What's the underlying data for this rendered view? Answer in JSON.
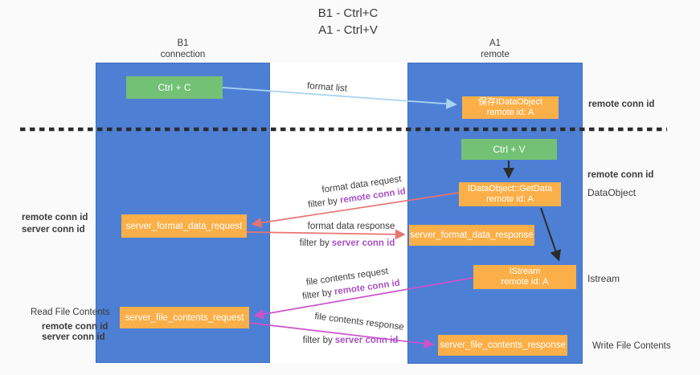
{
  "title": {
    "line1": "B1 - Ctrl+C",
    "line2": "A1 - Ctrl+V"
  },
  "lifelines": {
    "left": {
      "name": "B1",
      "role": "connection"
    },
    "right": {
      "name": "A1",
      "role": "remote"
    }
  },
  "boxes": {
    "ctrl_c": {
      "label": "Ctrl + C"
    },
    "saved_dataobject": {
      "line1": "保存IDataObject",
      "line2": "remote id: A"
    },
    "ctrl_v": {
      "label": "Ctrl + V"
    },
    "getdata": {
      "line1": "IDataObject::GetData",
      "line2": "remote id: A"
    },
    "format_request": {
      "label": "server_format_data_request"
    },
    "format_response": {
      "label": "server_format_data_response"
    },
    "istream": {
      "line1": "IStream",
      "line2": "remote id: A"
    },
    "file_request": {
      "label": "server_file_contents_request"
    },
    "file_response": {
      "label": "server_file_contents_response"
    }
  },
  "flow_labels": {
    "format_list": "format list",
    "format_data_request": "format data request",
    "format_data_response": "format data response",
    "file_contents_request": "file contents request",
    "file_contents_response": "file contents response",
    "filter_by": "filter by",
    "remote_conn_id": "remote conn id",
    "server_conn_id": "server conn id"
  },
  "side_labels": {
    "right_top_remote_conn_id": "remote conn id",
    "dataobject_remote_conn_id": "remote conn id",
    "dataobject": "DataObject",
    "istream": "Istream",
    "write_file_contents": "Write File Contents",
    "left_remote_conn_id": "remote conn id",
    "left_server_conn_id": "server conn id",
    "read_file_contents": "Read File Contents",
    "read_remote_conn_id": "remote conn id",
    "read_server_conn_id": "server conn id"
  },
  "colors": {
    "column_blue": "#4D80D5",
    "box_green": "#72C175",
    "box_orange": "#FBAF48",
    "arrow_light_blue": "#A8D5F2",
    "arrow_red": "#E87472",
    "arrow_magenta": "#CC52CC",
    "arrow_black": "#2B2B2B",
    "text_purple": "#A952C4",
    "text_green": "#5FBA68",
    "background": "#FAFAFA"
  }
}
